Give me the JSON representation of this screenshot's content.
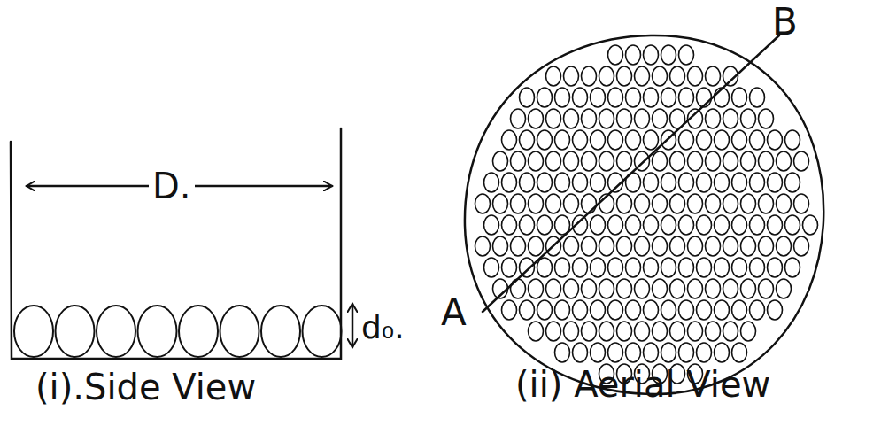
{
  "diagram": {
    "labels": [
      "D.",
      "d₀.",
      "A",
      "B",
      "(i).Side View",
      "(ii) Aerial View"
    ]
  }
}
